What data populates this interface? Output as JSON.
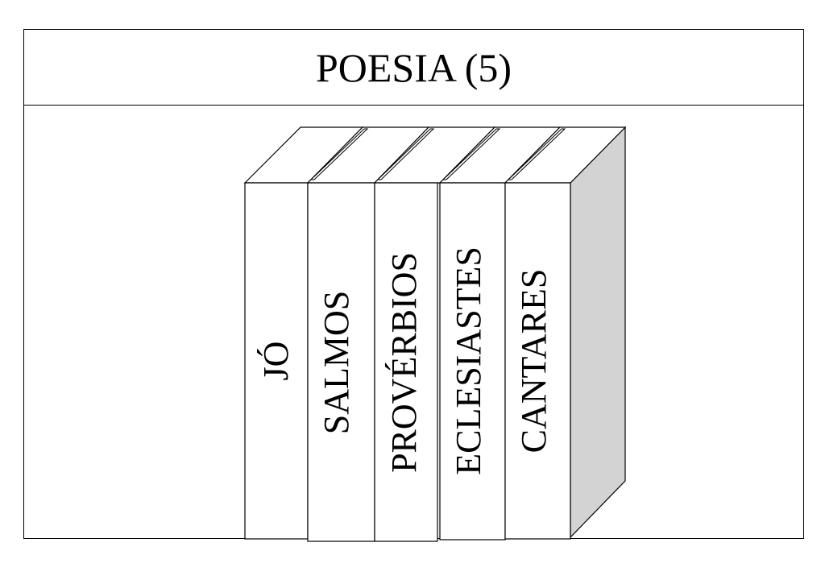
{
  "title": "POESIA (5)",
  "books": [
    {
      "id": "jo",
      "label": "JÓ"
    },
    {
      "id": "salmos",
      "label": "SALMOS"
    },
    {
      "id": "proverbios",
      "label": "PROVÉRBIOS"
    },
    {
      "id": "eclesiastes",
      "label": "ECLESIASTES"
    },
    {
      "id": "cantares",
      "label": "CANTARES"
    }
  ],
  "colors": {
    "spine": "#ffffff",
    "side": "#d3d3d3",
    "stroke": "#000000"
  }
}
